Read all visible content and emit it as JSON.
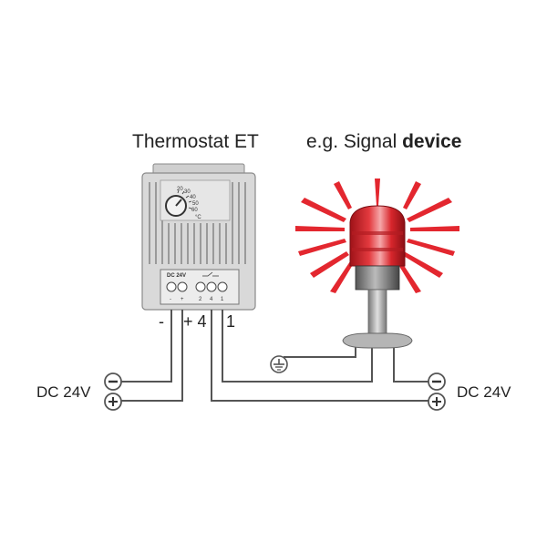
{
  "thermostat": {
    "title": "Thermostat ET",
    "panel_label": "DC 24V",
    "terminal_labels": [
      "-",
      "+",
      "2",
      "4",
      "1"
    ],
    "scale_labels": [
      "20",
      "30",
      "40",
      "50",
      "60",
      "°C"
    ]
  },
  "signal": {
    "title_regular": "e.g. Signal ",
    "title_bold": "device"
  },
  "terminals_below": {
    "minus": "-",
    "plus_four": "+ 4",
    "one": "1"
  },
  "left_supply": {
    "label": "DC 24V",
    "minus_symbol": "−",
    "plus_symbol": "+"
  },
  "right_supply": {
    "label": "DC 24V",
    "minus_symbol": "−",
    "plus_symbol": "+"
  },
  "colors": {
    "beacon_red": "#d8262c",
    "ray_red": "#e3272f",
    "housing_gray": "#d9d9d9",
    "wire": "#555555"
  },
  "icons": {
    "ground": "ground-icon"
  }
}
